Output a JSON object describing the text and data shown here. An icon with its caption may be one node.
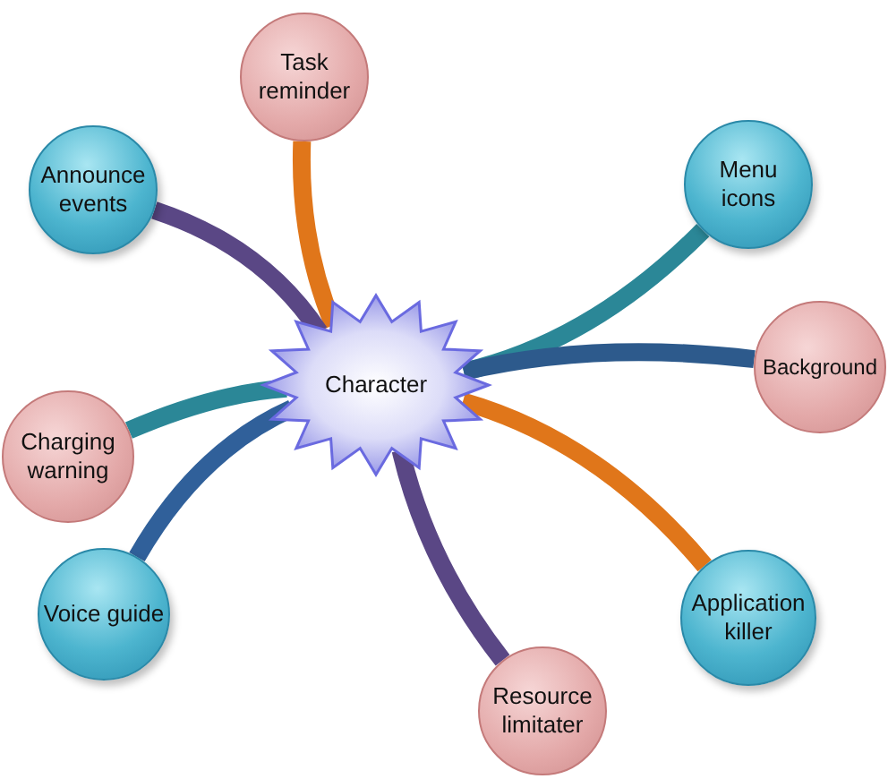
{
  "diagram": {
    "nodes": [
      {
        "text": [
          "Character"
        ]
      },
      {
        "text": [
          "Task reminder"
        ]
      },
      {
        "text": [
          "Announce events"
        ]
      },
      {
        "text": [
          "Menu icons"
        ]
      },
      {
        "text": [
          "Background"
        ]
      },
      {
        "text": [
          "Charging warning"
        ]
      },
      {
        "text": [
          "Voice guide"
        ]
      },
      {
        "text": [
          "Application killer"
        ]
      },
      {
        "text": [
          "Resource limitater"
        ]
      }
    ],
    "edges": [
      {
        "from": 0,
        "to": 1,
        "arrow": "none",
        "color": "#e0761a"
      },
      {
        "from": 0,
        "to": 2,
        "arrow": "none",
        "color": "#5a4785"
      },
      {
        "from": 0,
        "to": 3,
        "arrow": "none",
        "color": "#2b8797"
      },
      {
        "from": 0,
        "to": 4,
        "arrow": "none",
        "color": "#2d5a8c"
      },
      {
        "from": 0,
        "to": 5,
        "arrow": "none",
        "color": "#2b8797"
      },
      {
        "from": 0,
        "to": 6,
        "arrow": "none",
        "color": "#30609a"
      },
      {
        "from": 0,
        "to": 7,
        "arrow": "none",
        "color": "#e0761a"
      },
      {
        "from": 0,
        "to": 8,
        "arrow": "none",
        "color": "#5a4785"
      }
    ]
  }
}
